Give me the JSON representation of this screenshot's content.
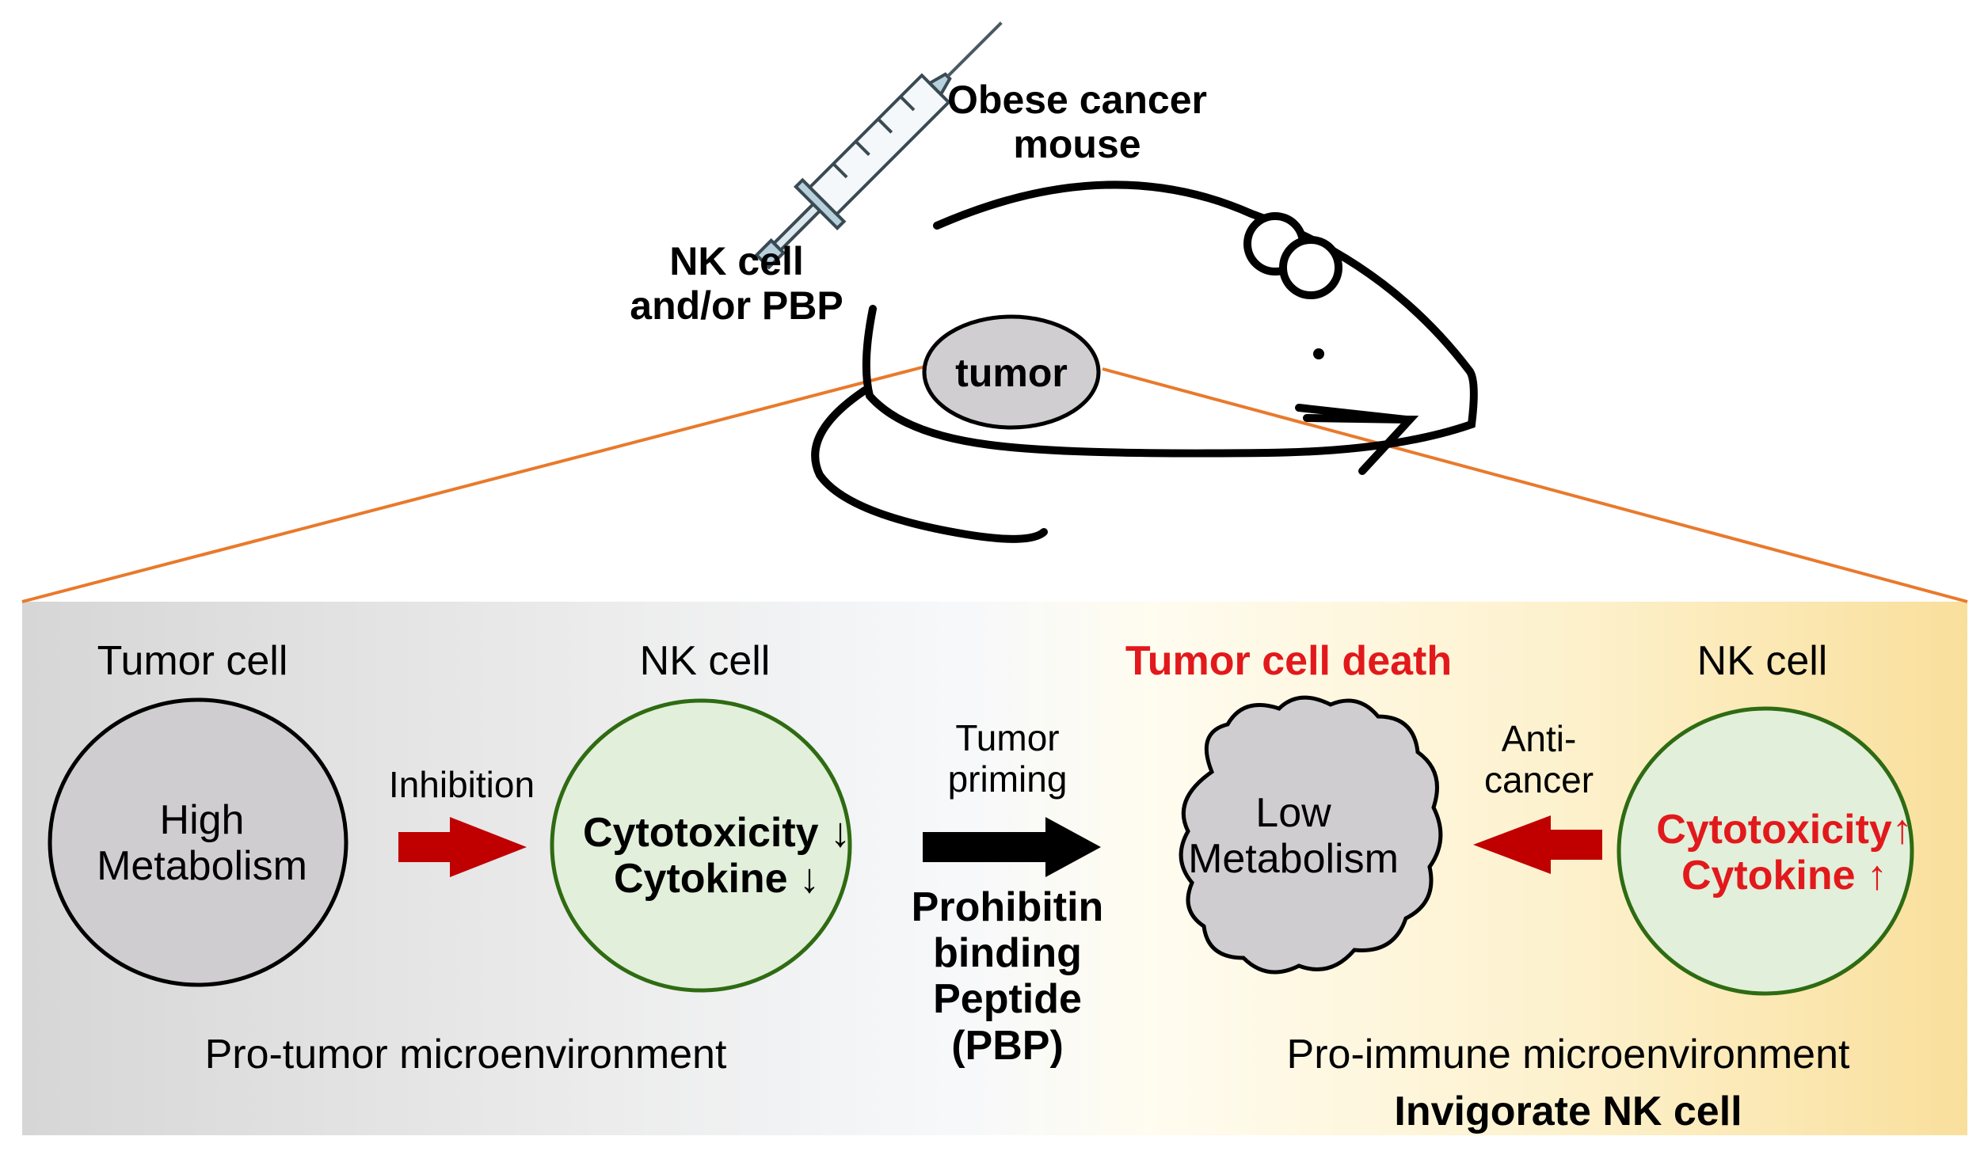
{
  "top": {
    "mouse_title_line1": "Obese cancer",
    "mouse_title_line2": "mouse",
    "injection_line1": "NK cell",
    "injection_line2": "and/or PBP",
    "tumor_label": "tumor"
  },
  "left_panel": {
    "tumor_cell_title": "Tumor cell",
    "tumor_cell_text_line1": "High",
    "tumor_cell_text_line2": "Metabolism",
    "inhibition_label": "Inhibition",
    "nk_cell_title": "NK cell",
    "nk_text_line1": "Cytotoxicity ↓",
    "nk_text_line2": "Cytokine ↓",
    "environment_label": "Pro-tumor microenvironment"
  },
  "center": {
    "priming_line1": "Tumor",
    "priming_line2": "priming",
    "pbp_line1": "Prohibitin",
    "pbp_line2": "binding",
    "pbp_line3": "Peptide",
    "pbp_line4": "(PBP)"
  },
  "right_panel": {
    "death_title": "Tumor cell death",
    "low_text_line1": "Low",
    "low_text_line2": "Metabolism",
    "anticancer_line1": "Anti-",
    "anticancer_line2": "cancer",
    "nk_cell_title": "NK cell",
    "nk_text_line1": "Cytotoxicity↑",
    "nk_text_line2": "Cytokine ↑",
    "environment_label": "Pro-immune microenvironment",
    "invigorate_label": "Invigorate NK cell"
  },
  "colors": {
    "red_arrow": "#c00000",
    "highlight_text": "#e2191c",
    "zoom_line": "#e87a2c",
    "gray_cell": "#cfcdcf",
    "nk_cell_fill": "#e2efda",
    "nk_cell_stroke": "#2e6b12",
    "panel_left": "#dcdcdc",
    "panel_right": "#f9df9c"
  }
}
